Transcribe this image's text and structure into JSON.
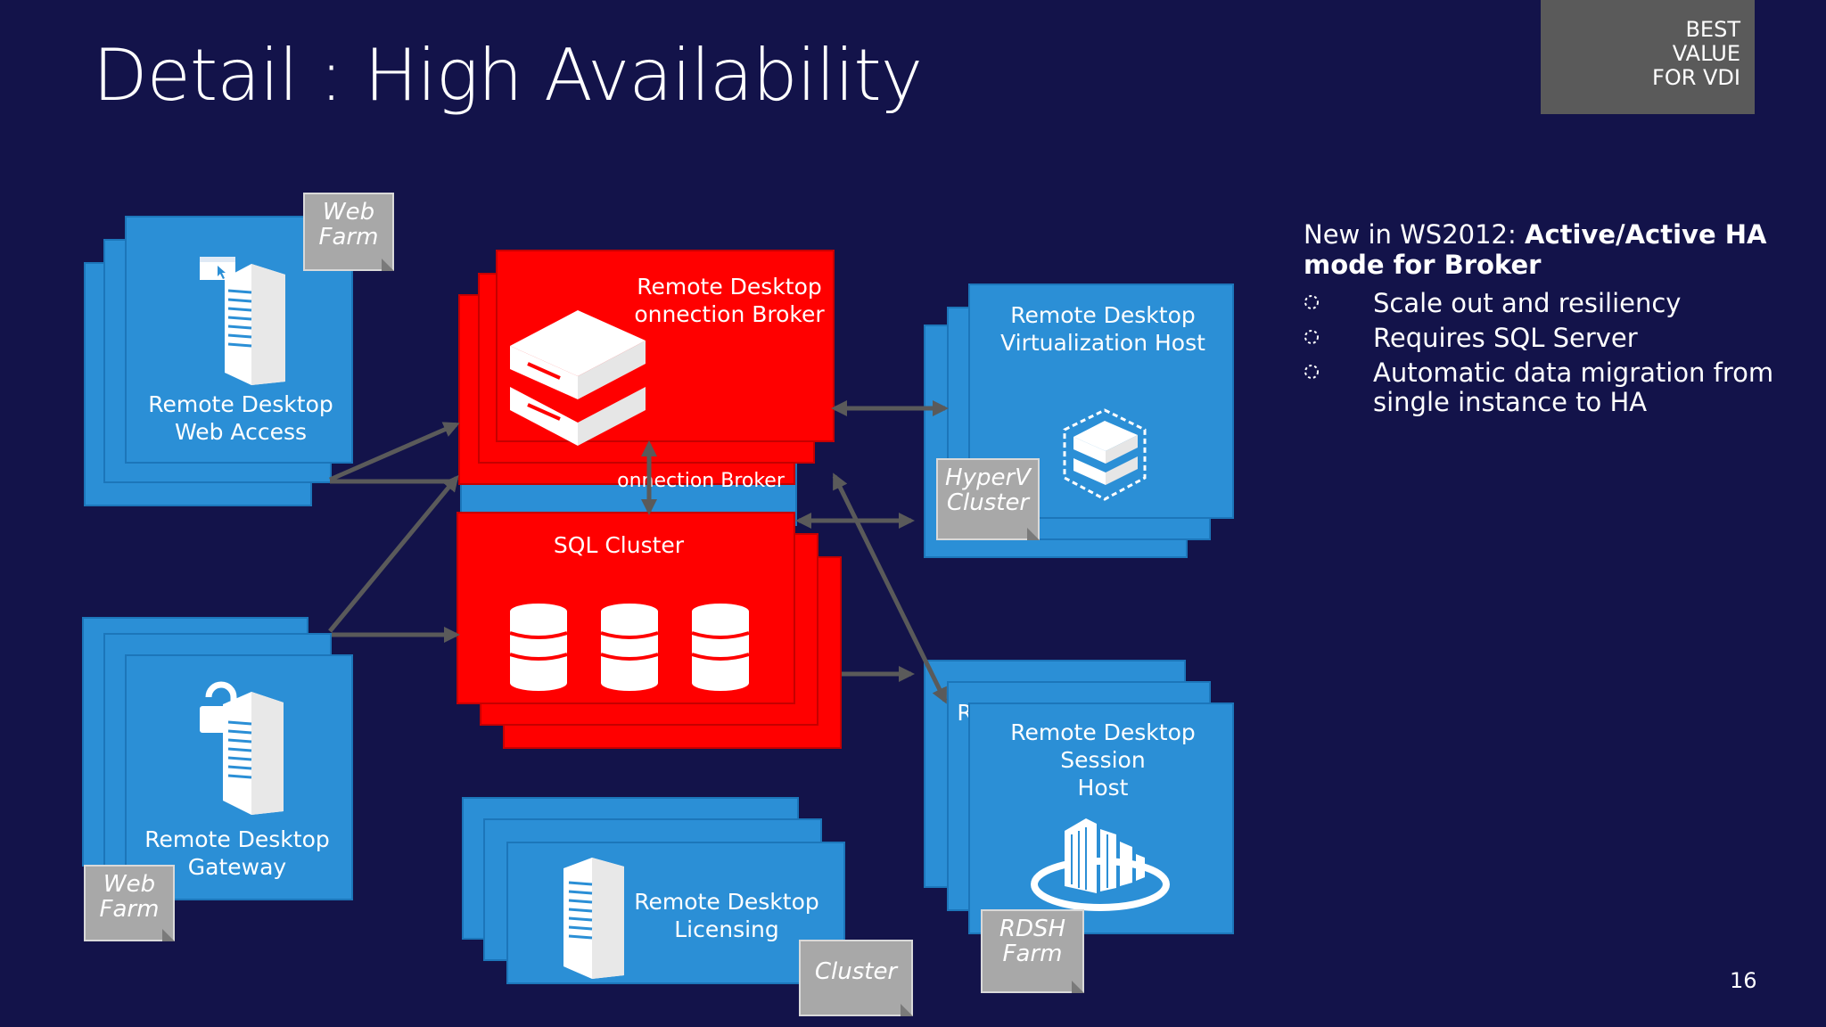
{
  "slide": {
    "title": "Detail : High Availability",
    "badge": [
      "BEST",
      "VALUE",
      "FOR VDI"
    ],
    "page_number": "16"
  },
  "nodes": {
    "web_access": {
      "label": [
        "Remote Desktop",
        "Web Access"
      ],
      "tag": [
        "Web",
        "Farm"
      ]
    },
    "gateway": {
      "label": [
        "Remote Desktop",
        "Gateway"
      ],
      "tag": [
        "Web",
        "Farm"
      ]
    },
    "broker": {
      "label": [
        "Remote Desktop",
        "onnection Broker"
      ],
      "back_label": "onnection Broker"
    },
    "sql": {
      "label": "SQL Cluster"
    },
    "licensing": {
      "label": [
        "Remote Desktop",
        "Licensing"
      ],
      "tag": "Cluster"
    },
    "virtualization": {
      "label": [
        "Remote Desktop",
        "Virtualization Host"
      ],
      "tag": [
        "HyperV",
        "Cluster"
      ]
    },
    "session": {
      "label": [
        "Remote Desktop  Session",
        "Host"
      ],
      "tag": [
        "RDSH",
        "Farm"
      ],
      "back_letter": "R"
    }
  },
  "info_panel": {
    "intro": "New in WS2012: ",
    "intro_bold": "Active/Active HA mode for Broker",
    "bullets": [
      "Scale out and resiliency",
      "Requires SQL Server",
      "Automatic data migration from single instance to HA"
    ]
  },
  "colors": {
    "background": "#13134a",
    "role_blue": "#2b8fd6",
    "ha_red": "#ff0000",
    "tag_gray": "#a8a8a8",
    "arrow": "#5a5a5a"
  },
  "icons": [
    "server-lock-icon",
    "server-cursor-icon",
    "broker-servers-icon",
    "database-icon",
    "virtual-server-icon",
    "session-host-icon",
    "server-icon",
    "bullet-icon"
  ]
}
